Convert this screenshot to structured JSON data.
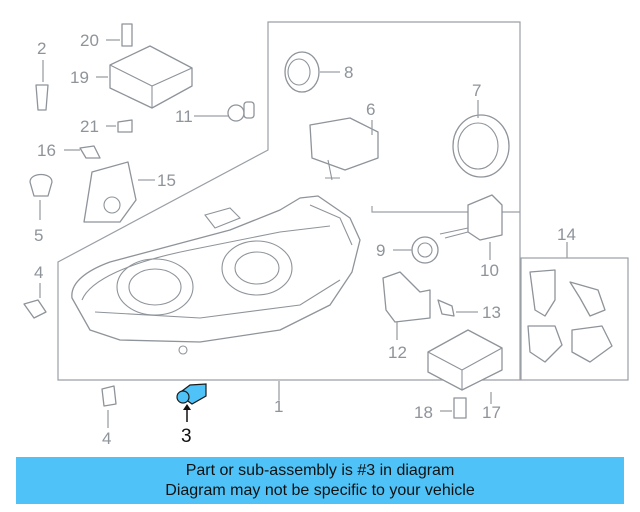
{
  "diagram": {
    "highlight_color": "#4fc3f7",
    "callouts": {
      "c1": "1",
      "c2": "2",
      "c3": "3",
      "c4a": "4",
      "c4b": "4",
      "c5": "5",
      "c6": "6",
      "c7": "7",
      "c8": "8",
      "c9": "9",
      "c10": "10",
      "c11": "11",
      "c12": "12",
      "c13": "13",
      "c14": "14",
      "c15": "15",
      "c16": "16",
      "c17": "17",
      "c18": "18",
      "c19": "19",
      "c20": "20",
      "c21": "21"
    },
    "highlighted_part": "3"
  },
  "banner": {
    "line1": "Part or sub-assembly is #3 in diagram",
    "line2": "Diagram may not be specific to your vehicle"
  }
}
